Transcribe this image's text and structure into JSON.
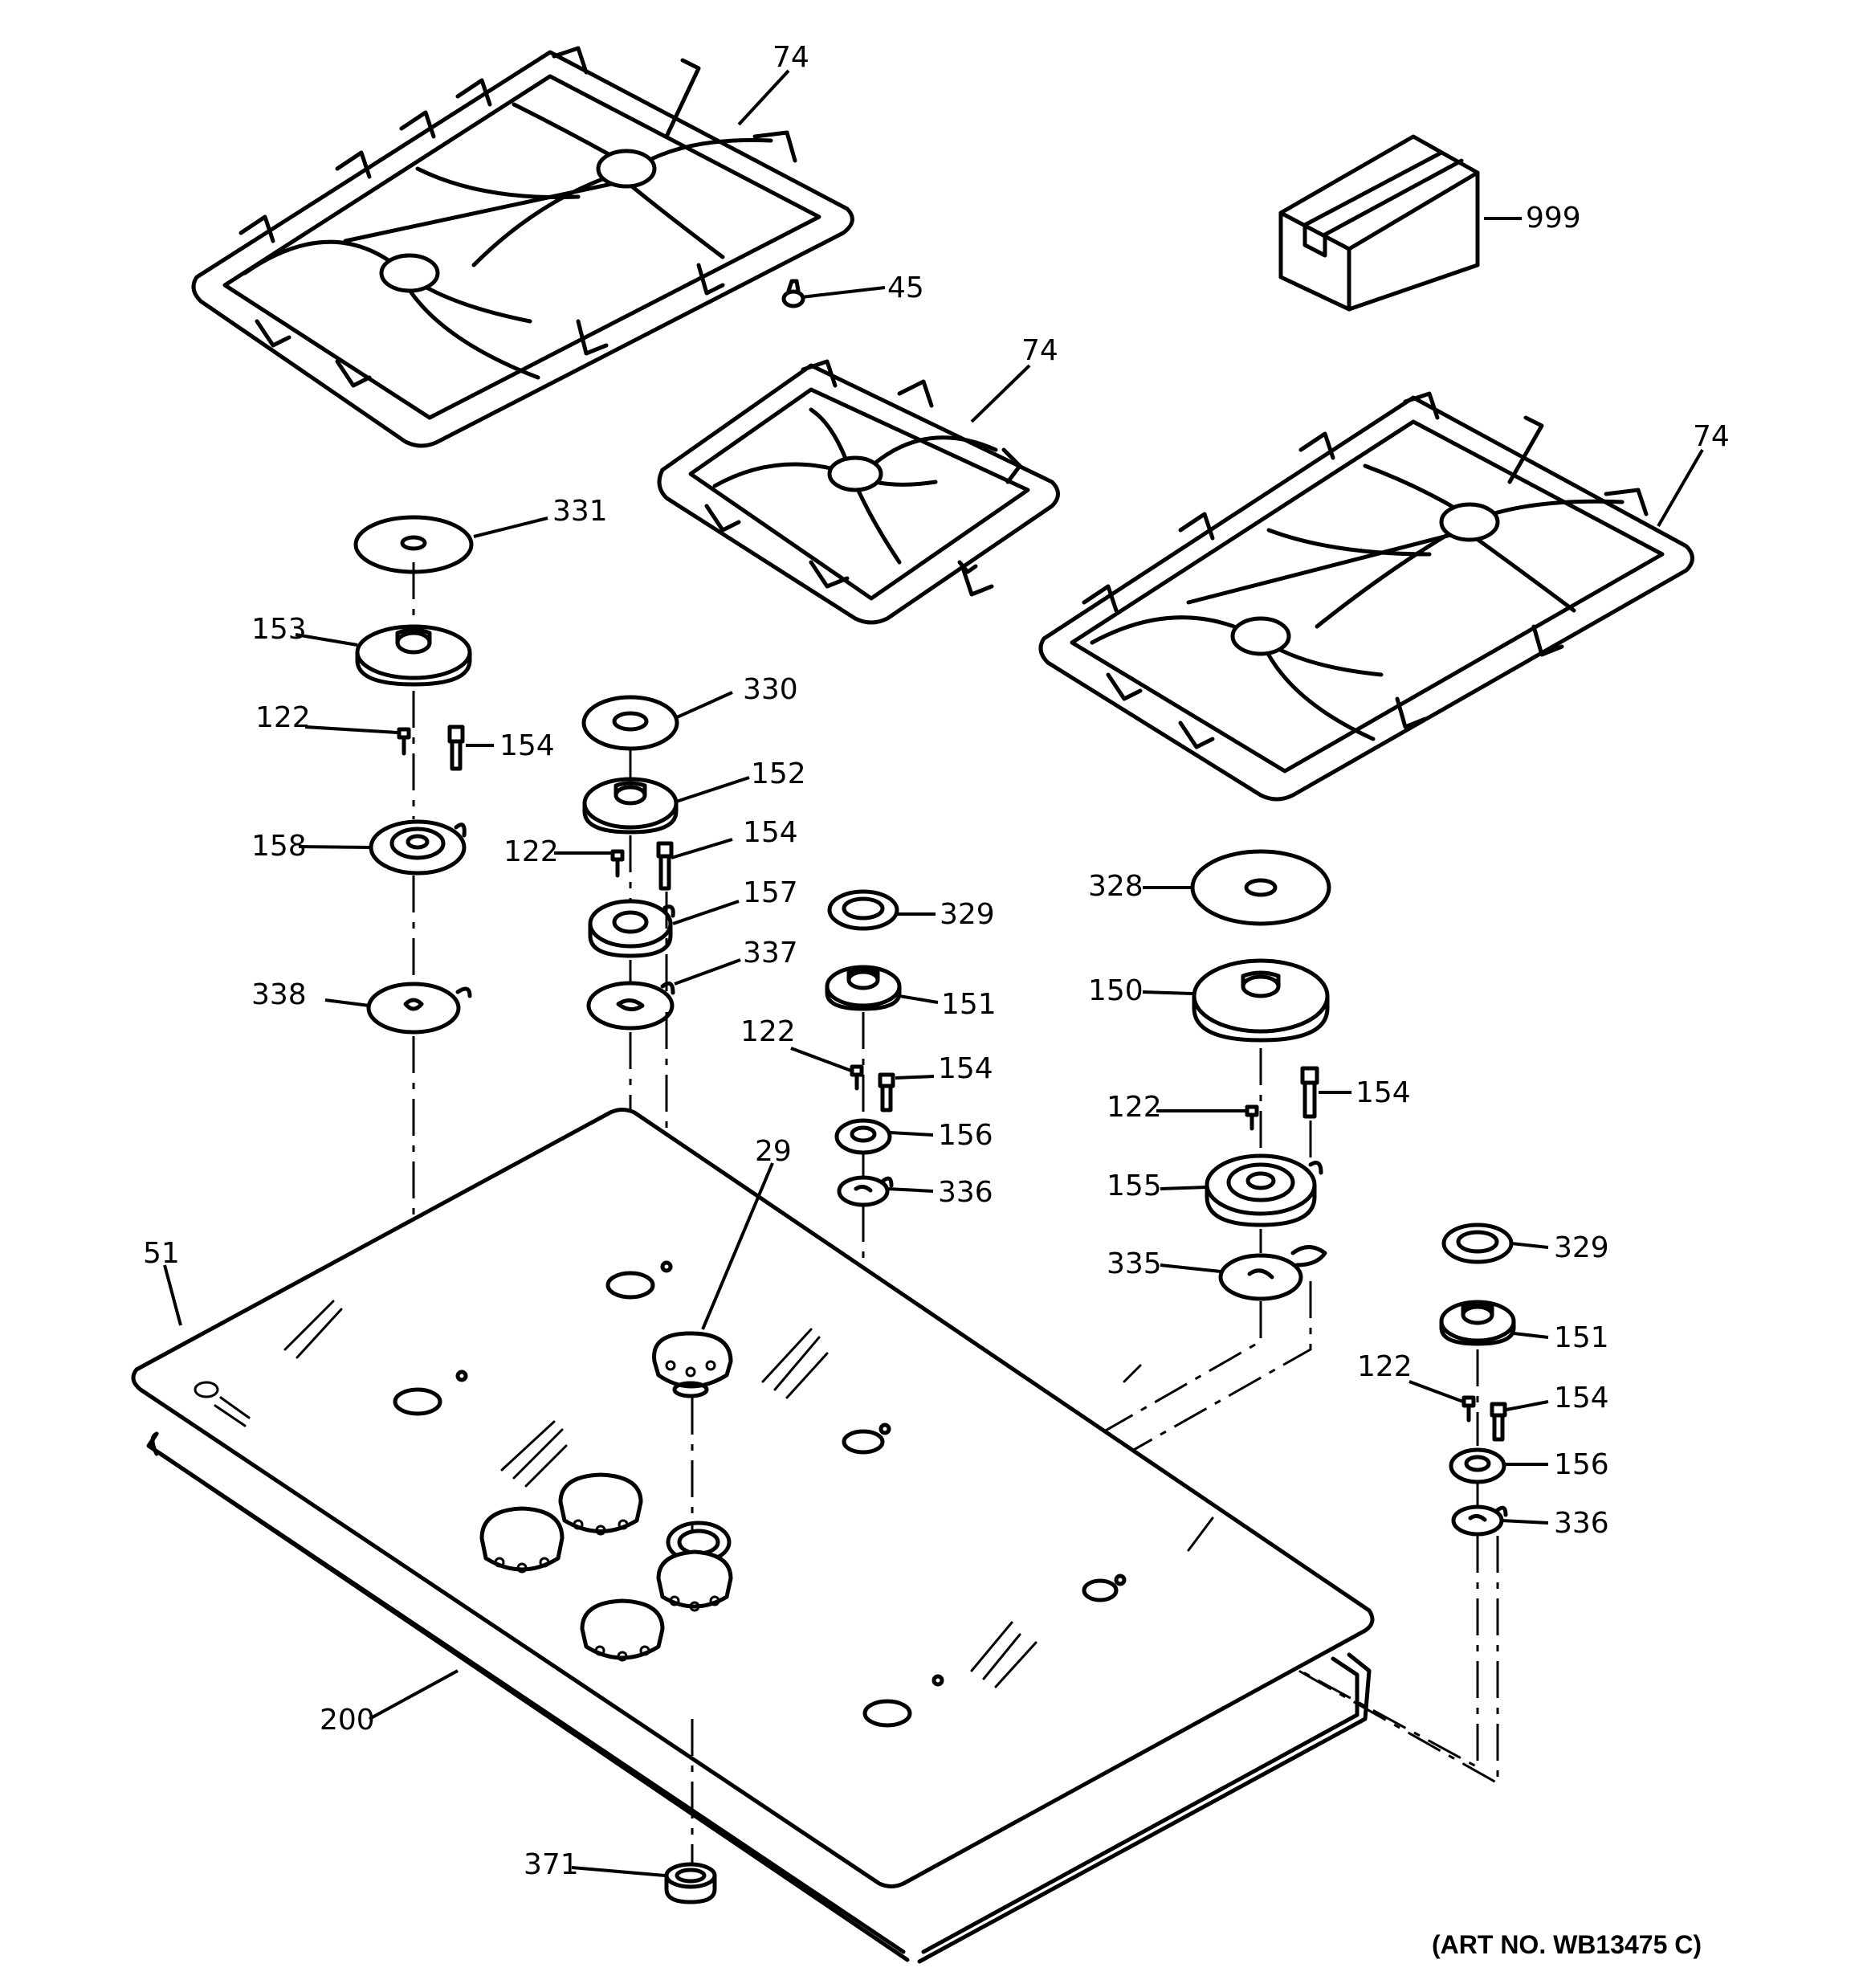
{
  "art_number": "(ART NO. WB13475 C)",
  "callouts": {
    "grate_left": "74",
    "grate_center": "74",
    "grate_right": "74",
    "grate_foot": "45",
    "literature_kit": "999",
    "cap_331": "331",
    "head_153": "153",
    "screw_122_a": "122",
    "electrode_154_a": "154",
    "base_158": "158",
    "plate_338": "338",
    "cap_330": "330",
    "head_152": "152",
    "screw_122_b": "122",
    "electrode_154_b": "154",
    "base_157": "157",
    "plate_337": "337",
    "cap_329_a": "329",
    "head_151_a": "151",
    "screw_122_c": "122",
    "electrode_154_c": "154",
    "base_156_a": "156",
    "plate_336_a": "336",
    "cap_328": "328",
    "head_150": "150",
    "screw_122_d": "122",
    "electrode_154_d": "154",
    "base_155": "155",
    "plate_335": "335",
    "cap_329_b": "329",
    "head_151_b": "151",
    "screw_122_e": "122",
    "electrode_154_e": "154",
    "base_156_b": "156",
    "plate_336_b": "336",
    "knob": "29",
    "glass_top": "51",
    "gasket": "200",
    "grommet": "371"
  }
}
